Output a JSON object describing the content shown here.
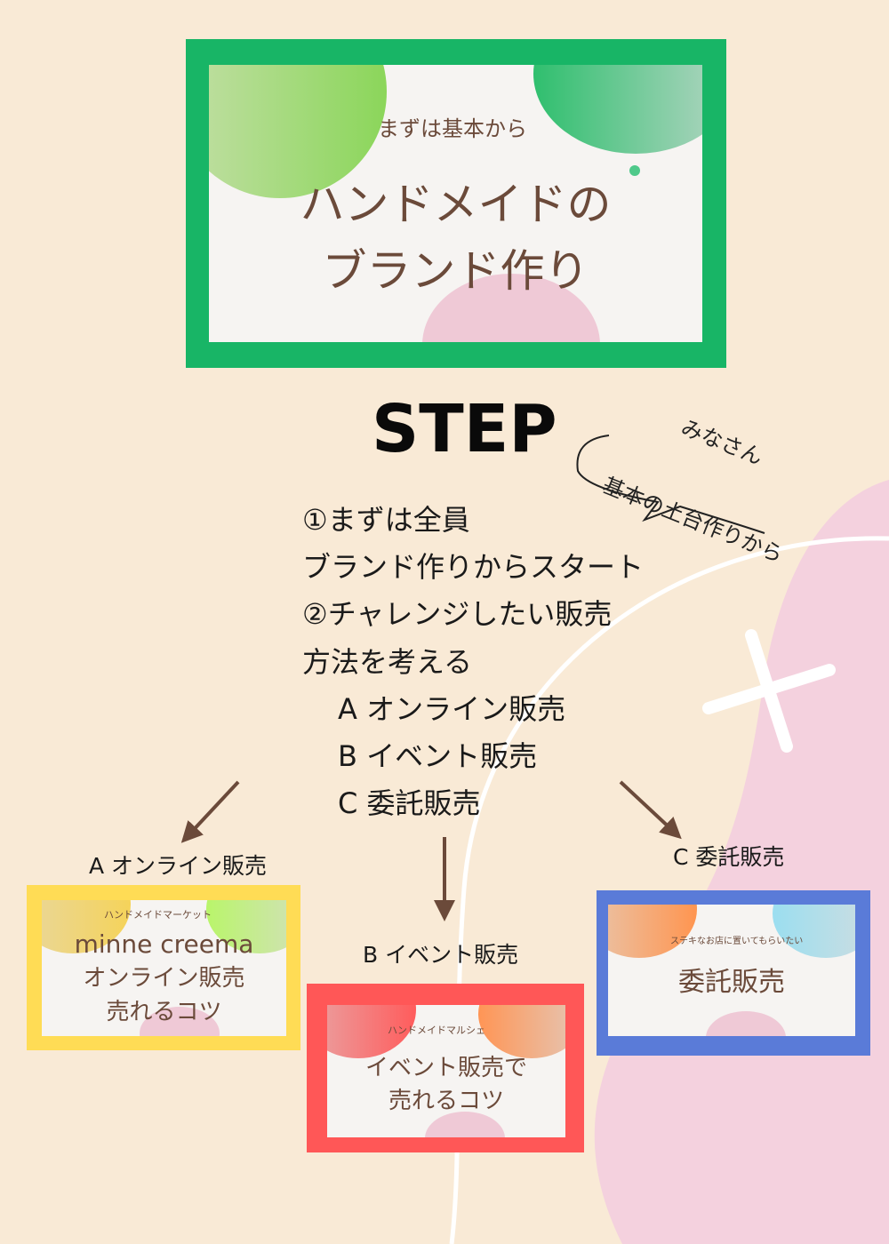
{
  "hero": {
    "subtitle": "まずは基本から",
    "title_line1": "ハンドメイドの",
    "title_line2": "ブランド作り"
  },
  "step_heading": "STEP",
  "speech_bubble": {
    "line1": "みなさん",
    "line2": "基本の土台作りから"
  },
  "steps": [
    "①まずは全員",
    "ブランド作りからスタート",
    "②チャレンジしたい販売",
    "方法を考える",
    "A オンライン販売",
    "B イベント販売",
    "C 委託販売"
  ],
  "cards": [
    {
      "label": "A オンライン販売",
      "curve": "ハンドメイドマーケット",
      "line1": "minne creema",
      "line2": "オンライン販売",
      "line3": "売れるコツ",
      "color": "#ffdc55"
    },
    {
      "label": "B イベント販売",
      "curve": "ハンドメイドマルシェ",
      "line1": "イベント販売で",
      "line2": "売れるコツ",
      "color": "#ff5757"
    },
    {
      "label": "C 委託販売",
      "curve": "ステキなお店に置いてもらいたい",
      "line1": "委託販売",
      "color": "#5a7bd8"
    }
  ],
  "colors": {
    "hero_frame": "#18b566",
    "background": "#f9ead6",
    "text_brown": "#6b4a3a"
  }
}
